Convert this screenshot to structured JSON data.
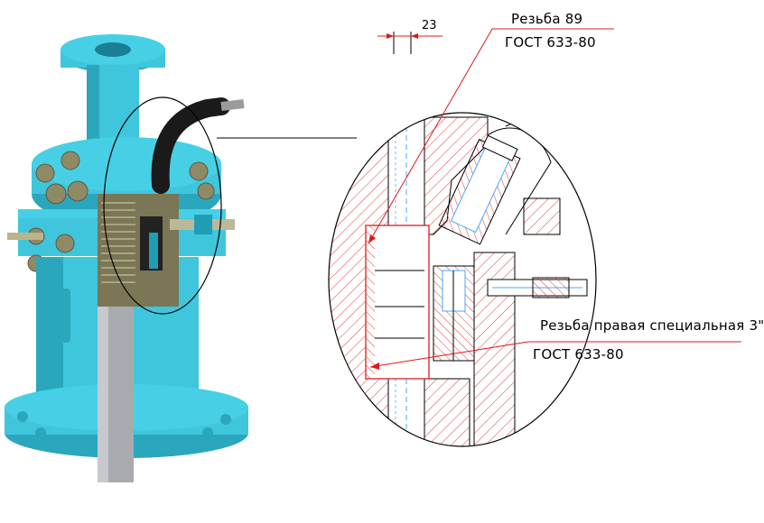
{
  "dimension": {
    "value": "23"
  },
  "callouts": {
    "thread_top": {
      "line1": "Резьба 89",
      "line2": "ГОСТ 633-80"
    },
    "thread_bottom": {
      "line1": "Резьба правая специальная 3\"",
      "line2": "ГОСТ 633-80"
    }
  },
  "colors": {
    "body": "#3fc6dc",
    "body_dark": "#1f9db5",
    "pipe_gray": "#a9aab0",
    "hatch": "#e03a3a",
    "outline": "#000000",
    "leader": "#e01818"
  },
  "icons": {
    "callout_marker": "arrow-icon"
  }
}
